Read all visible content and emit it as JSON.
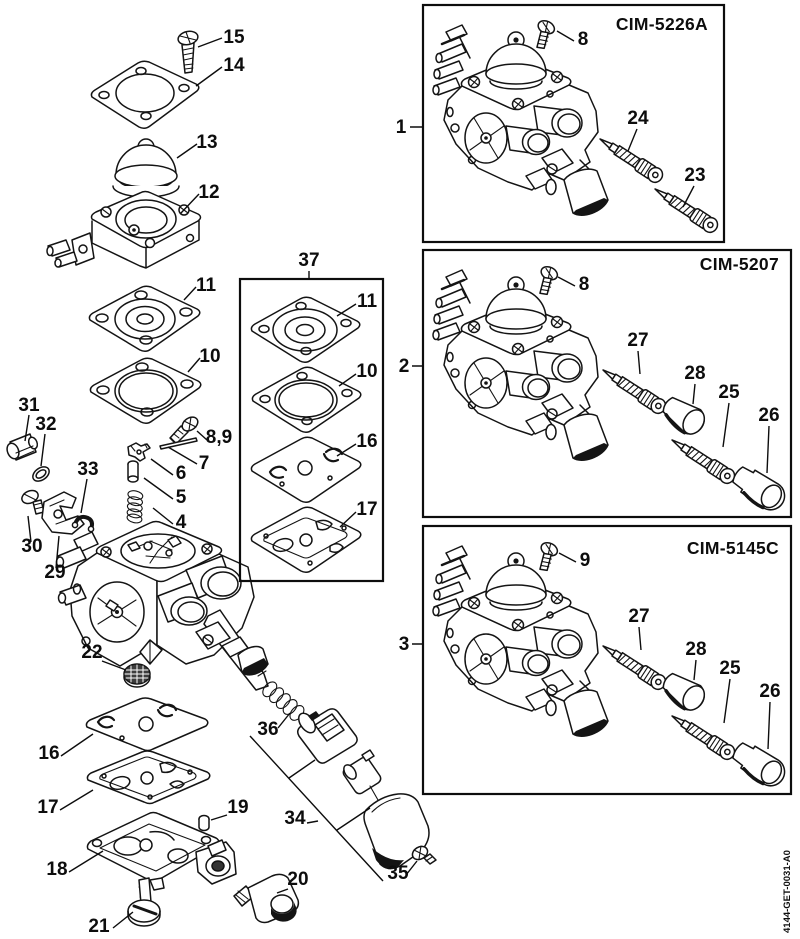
{
  "doc_number": "4144-GET-0031-A0",
  "main": {
    "c4": "4",
    "c5": "5",
    "c6": "6",
    "c7": "7",
    "c89": "8,9",
    "c10": "10",
    "c11": "11",
    "c12": "12",
    "c13": "13",
    "c14": "14",
    "c15": "15",
    "c16": "16",
    "c17": "17",
    "c18": "18",
    "c19": "19",
    "c20": "20",
    "c21": "21",
    "c22": "22",
    "c29": "29",
    "c30": "30",
    "c31": "31",
    "c32": "32",
    "c33": "33",
    "c34": "34",
    "c35": "35",
    "c36": "36"
  },
  "box37": {
    "label": "37",
    "c11": "11",
    "c10": "10",
    "c16": "16",
    "c17": "17"
  },
  "panel1": {
    "ref": "1",
    "model": "CIM-5226A",
    "c8": "8",
    "c24": "24",
    "c23": "23"
  },
  "panel2": {
    "ref": "2",
    "model": "CIM-5207",
    "c8": "8",
    "c27": "27",
    "c28": "28",
    "c25": "25",
    "c26": "26"
  },
  "panel3": {
    "ref": "3",
    "model": "CIM-5145C",
    "c9": "9",
    "c27": "27",
    "c28": "28",
    "c25": "25",
    "c26": "26"
  }
}
